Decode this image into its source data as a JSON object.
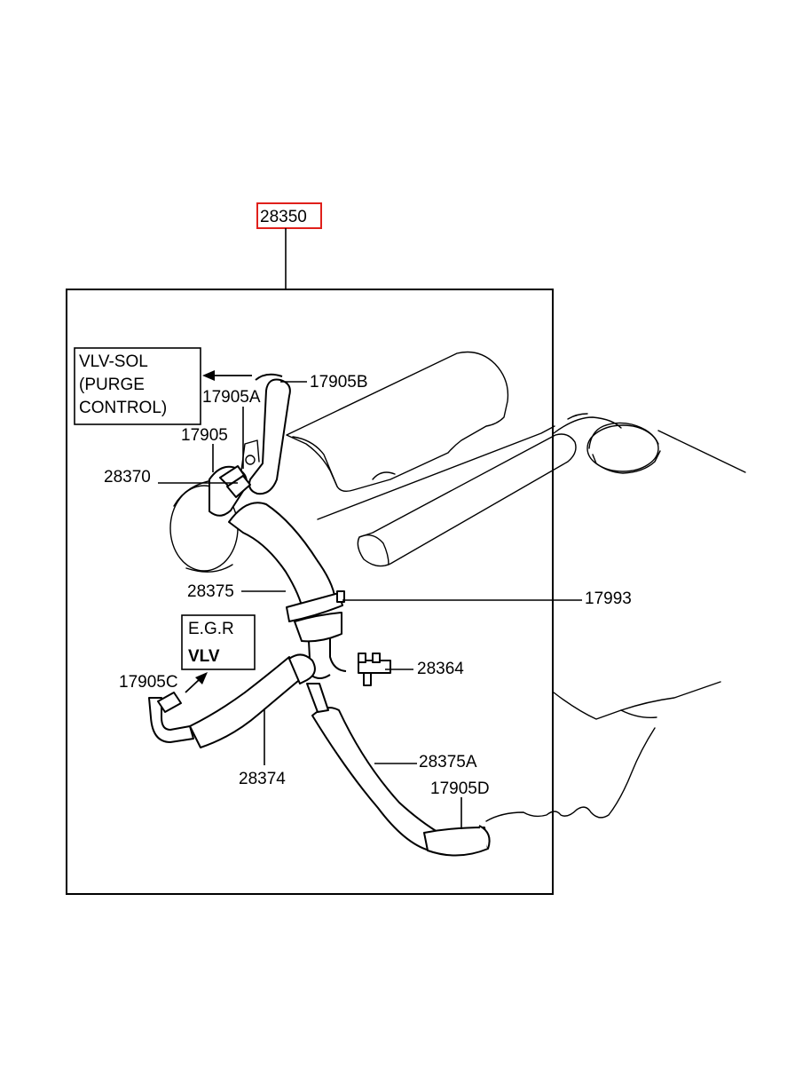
{
  "assembly": {
    "part_number": "28350",
    "highlight_color": "#e0201b"
  },
  "callouts": {
    "p17905B": "17905B",
    "p17905A": "17905A",
    "p17905": "17905",
    "p28370": "28370",
    "p28375": "28375",
    "p17993": "17993",
    "p28364": "28364",
    "p17905C": "17905C",
    "p28374": "28374",
    "p28375A": "28375A",
    "p17905D": "17905D"
  },
  "notes": {
    "vlv_sol": [
      "VLV-SOL",
      "(PURGE",
      "CONTROL)"
    ],
    "egr": [
      "E.G.R",
      "VLV"
    ]
  },
  "icons": [
    "arrow-left-icon",
    "arrow-up-right-icon"
  ],
  "colors": {
    "line": "#000000",
    "background": "#ffffff"
  }
}
